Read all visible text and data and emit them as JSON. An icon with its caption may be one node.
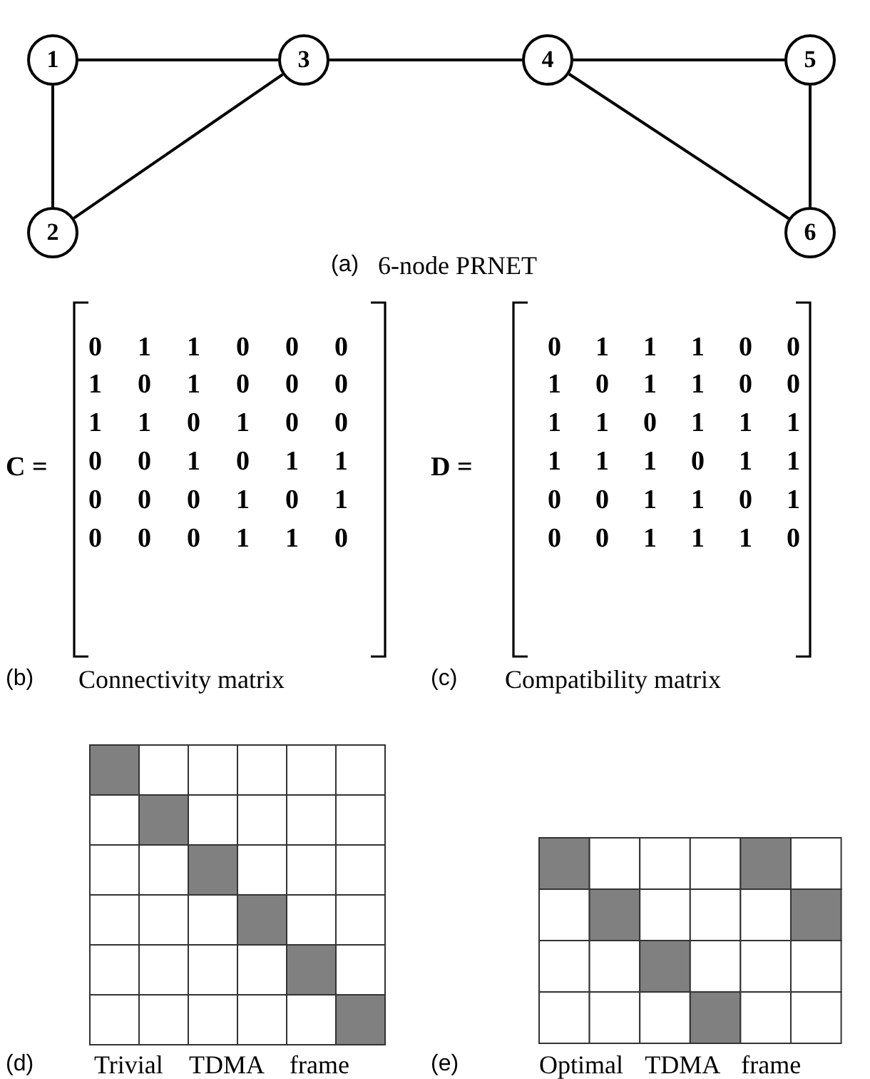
{
  "diagram": {
    "nodes": [
      {
        "text": [
          "1"
        ]
      },
      {
        "text": [
          "2"
        ]
      },
      {
        "text": [
          "3"
        ]
      },
      {
        "text": [
          "4"
        ]
      },
      {
        "text": [
          "5"
        ]
      },
      {
        "text": [
          "6"
        ]
      }
    ],
    "edges": [
      {
        "from": 0,
        "to": 1,
        "arrow": "none"
      },
      {
        "from": 0,
        "to": 2,
        "arrow": "none"
      },
      {
        "from": 1,
        "to": 2,
        "arrow": "none"
      },
      {
        "from": 2,
        "to": 3,
        "arrow": "none"
      },
      {
        "from": 3,
        "to": 4,
        "arrow": "none"
      },
      {
        "from": 3,
        "to": 5,
        "arrow": "none"
      },
      {
        "from": 4,
        "to": 5,
        "arrow": "none"
      }
    ],
    "labels": [
      "(a)",
      "6-node PRNET",
      "C =",
      "0",
      "1",
      "1",
      "0",
      "0",
      "0",
      "1",
      "0",
      "1",
      "0",
      "0",
      "0",
      "1",
      "1",
      "0",
      "1",
      "0",
      "0",
      "0",
      "0",
      "1",
      "0",
      "1",
      "1",
      "0",
      "0",
      "0",
      "1",
      "0",
      "1",
      "0",
      "0",
      "0",
      "1",
      "1",
      "0",
      "D =",
      "0",
      "1",
      "1",
      "1",
      "0",
      "0",
      "1",
      "0",
      "1",
      "1",
      "0",
      "0",
      "1",
      "1",
      "0",
      "1",
      "1",
      "1",
      "1",
      "1",
      "1",
      "0",
      "1",
      "1",
      "0",
      "0",
      "1",
      "1",
      "0",
      "1",
      "0",
      "0",
      "1",
      "1",
      "1",
      "0",
      "(b)",
      "Connectivity matrix",
      "(c)",
      "Compatibility matrix",
      "(d)",
      "Trivial TDMA frame",
      "(e)",
      "Optimal TDMA frame"
    ]
  }
}
